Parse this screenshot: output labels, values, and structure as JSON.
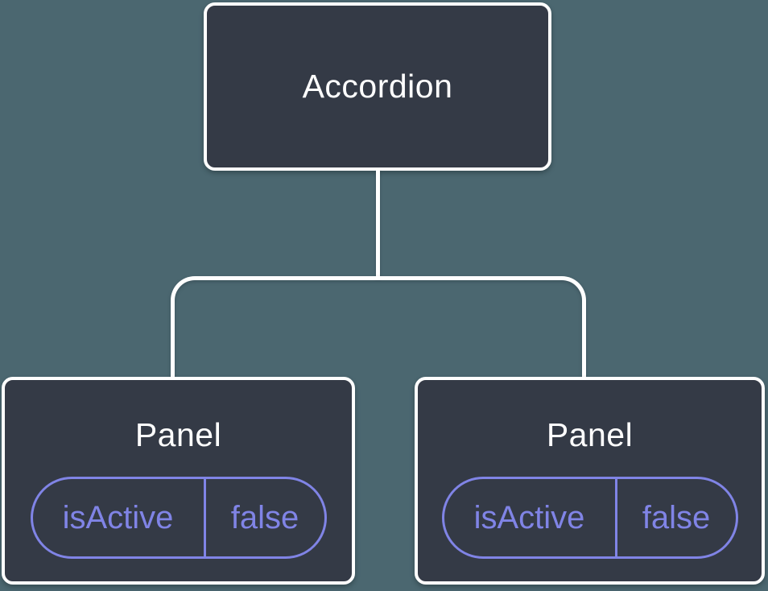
{
  "diagram": {
    "type": "component-tree",
    "colors": {
      "background": "#4b6770",
      "node_fill": "#343a46",
      "node_border": "#ffffff",
      "accent_purple": "#8084e6",
      "title_text": "#ffffff"
    },
    "root": {
      "label": "Accordion"
    },
    "children": [
      {
        "label": "Panel",
        "state": {
          "key": "isActive",
          "value": "false"
        }
      },
      {
        "label": "Panel",
        "state": {
          "key": "isActive",
          "value": "false"
        }
      }
    ]
  }
}
